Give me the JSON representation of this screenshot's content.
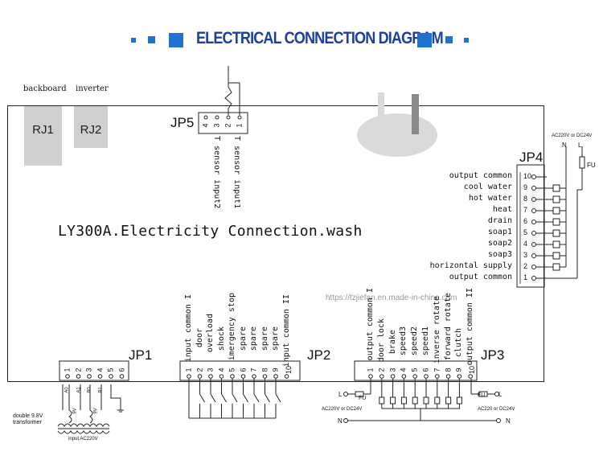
{
  "header": {
    "title": "ELECTRICAL CONNECTION DIAGRAM",
    "accent_color": "#1f73d0",
    "title_color": "#1f3fa0"
  },
  "board": {
    "title": "LY300A.Electricity Connection.wash"
  },
  "top_left": {
    "backboard": "backboard",
    "inverter": "inverter",
    "rj1": "RJ1",
    "rj2": "RJ2"
  },
  "jp5": {
    "label": "JP5",
    "pins": [
      "4",
      "3",
      "2",
      "1"
    ],
    "lines": [
      "T sensor input1",
      "T sensor input2"
    ]
  },
  "jp4": {
    "label": "JP4",
    "supply": "AC220V or DC24V",
    "n": "N",
    "l": "L",
    "fu": "FU",
    "pins": [
      {
        "num": "10",
        "label": "output common"
      },
      {
        "num": "9",
        "label": "cool water"
      },
      {
        "num": "8",
        "label": "hot water"
      },
      {
        "num": "7",
        "label": "heat"
      },
      {
        "num": "6",
        "label": "drain"
      },
      {
        "num": "5",
        "label": "soap1"
      },
      {
        "num": "4",
        "label": "soap2"
      },
      {
        "num": "3",
        "label": "soap3"
      },
      {
        "num": "2",
        "label": "horizontal supply"
      },
      {
        "num": "1",
        "label": "output common"
      }
    ]
  },
  "jp1": {
    "label": "JP1",
    "pins": [
      "1",
      "2",
      "3",
      "4",
      "5",
      "6"
    ],
    "wire_labels": [
      "A0",
      "A1",
      "B0",
      "B1"
    ],
    "coil_labels": [
      "9V",
      "9V"
    ],
    "transformer": "double 9.8V transformer",
    "input": "input AC220V"
  },
  "jp2": {
    "label": "JP2",
    "pins": [
      "1",
      "2",
      "3",
      "4",
      "5",
      "6",
      "7",
      "8",
      "9",
      "10"
    ],
    "signals": [
      "input common I",
      "door",
      "overload",
      "shock",
      "imergency stop",
      "spare",
      "spare",
      "spare",
      "spare",
      "input common II"
    ]
  },
  "jp3": {
    "label": "JP3",
    "pins": [
      "1",
      "2",
      "3",
      "4",
      "5",
      "6",
      "7",
      "8",
      "9",
      "10"
    ],
    "signals": [
      "output common I",
      "door lock",
      "brake",
      "speed3",
      "speed2",
      "speed1",
      "inverse rotate",
      "forward rotate",
      "clutch",
      "output common II"
    ],
    "left_l": "L",
    "left_n": "N",
    "left_fu": "FU",
    "left_supply": "AC220V or DC24V",
    "right_l": "L",
    "right_n": "N",
    "right_fu": "FU",
    "right_supply": "AC220 or DC24V"
  },
  "watermark": "https://tzjiefan.en.made-in-china.com"
}
